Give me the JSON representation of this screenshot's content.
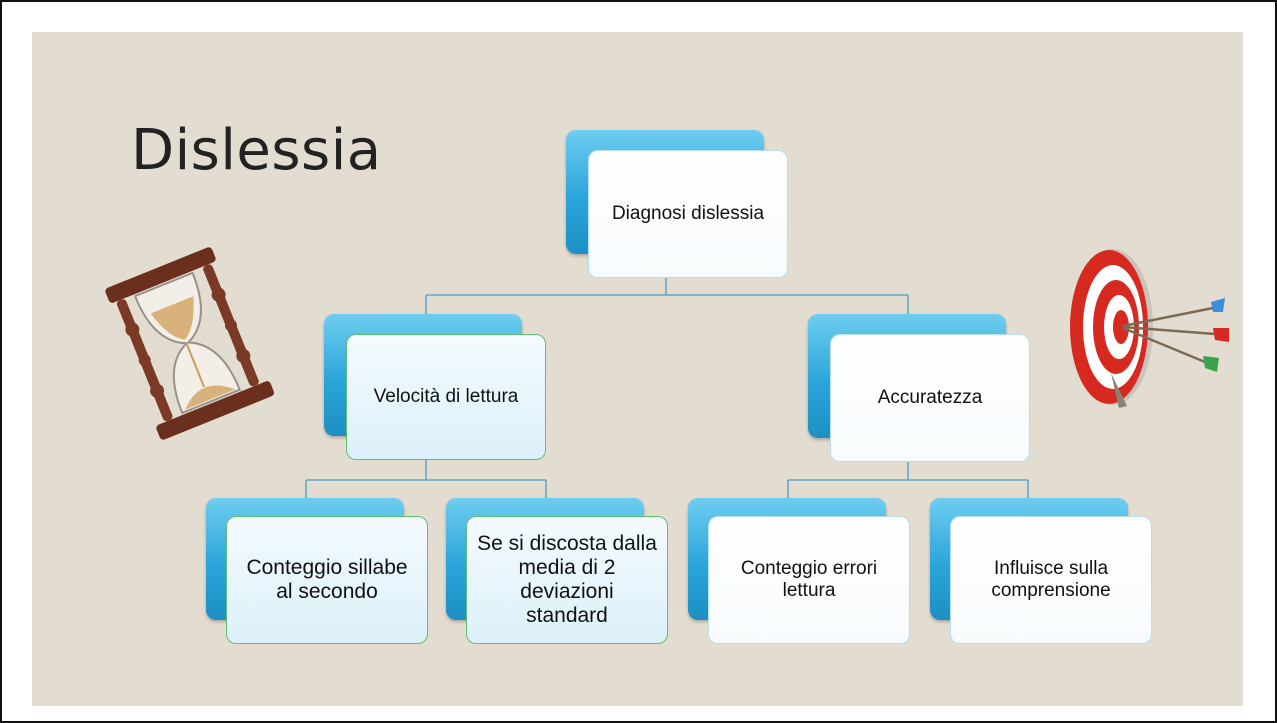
{
  "slide": {
    "title": "Dislessia"
  },
  "diagram": {
    "root": "Diagnosi dislessia",
    "level1": [
      "Velocità di lettura",
      "Accuratezza"
    ],
    "level2": [
      "Conteggio sillabe al secondo",
      "Se si discosta dalla media di 2 deviazioni standard",
      "Conteggio errori lettura",
      "Influisce sulla comprensione"
    ]
  },
  "icons": {
    "left": "hourglass-icon",
    "right": "target-with-arrows-icon"
  },
  "colors": {
    "background": "#e3ddd1",
    "node_back": "#2aa5d9",
    "node_border_green": "#5fbf72"
  }
}
